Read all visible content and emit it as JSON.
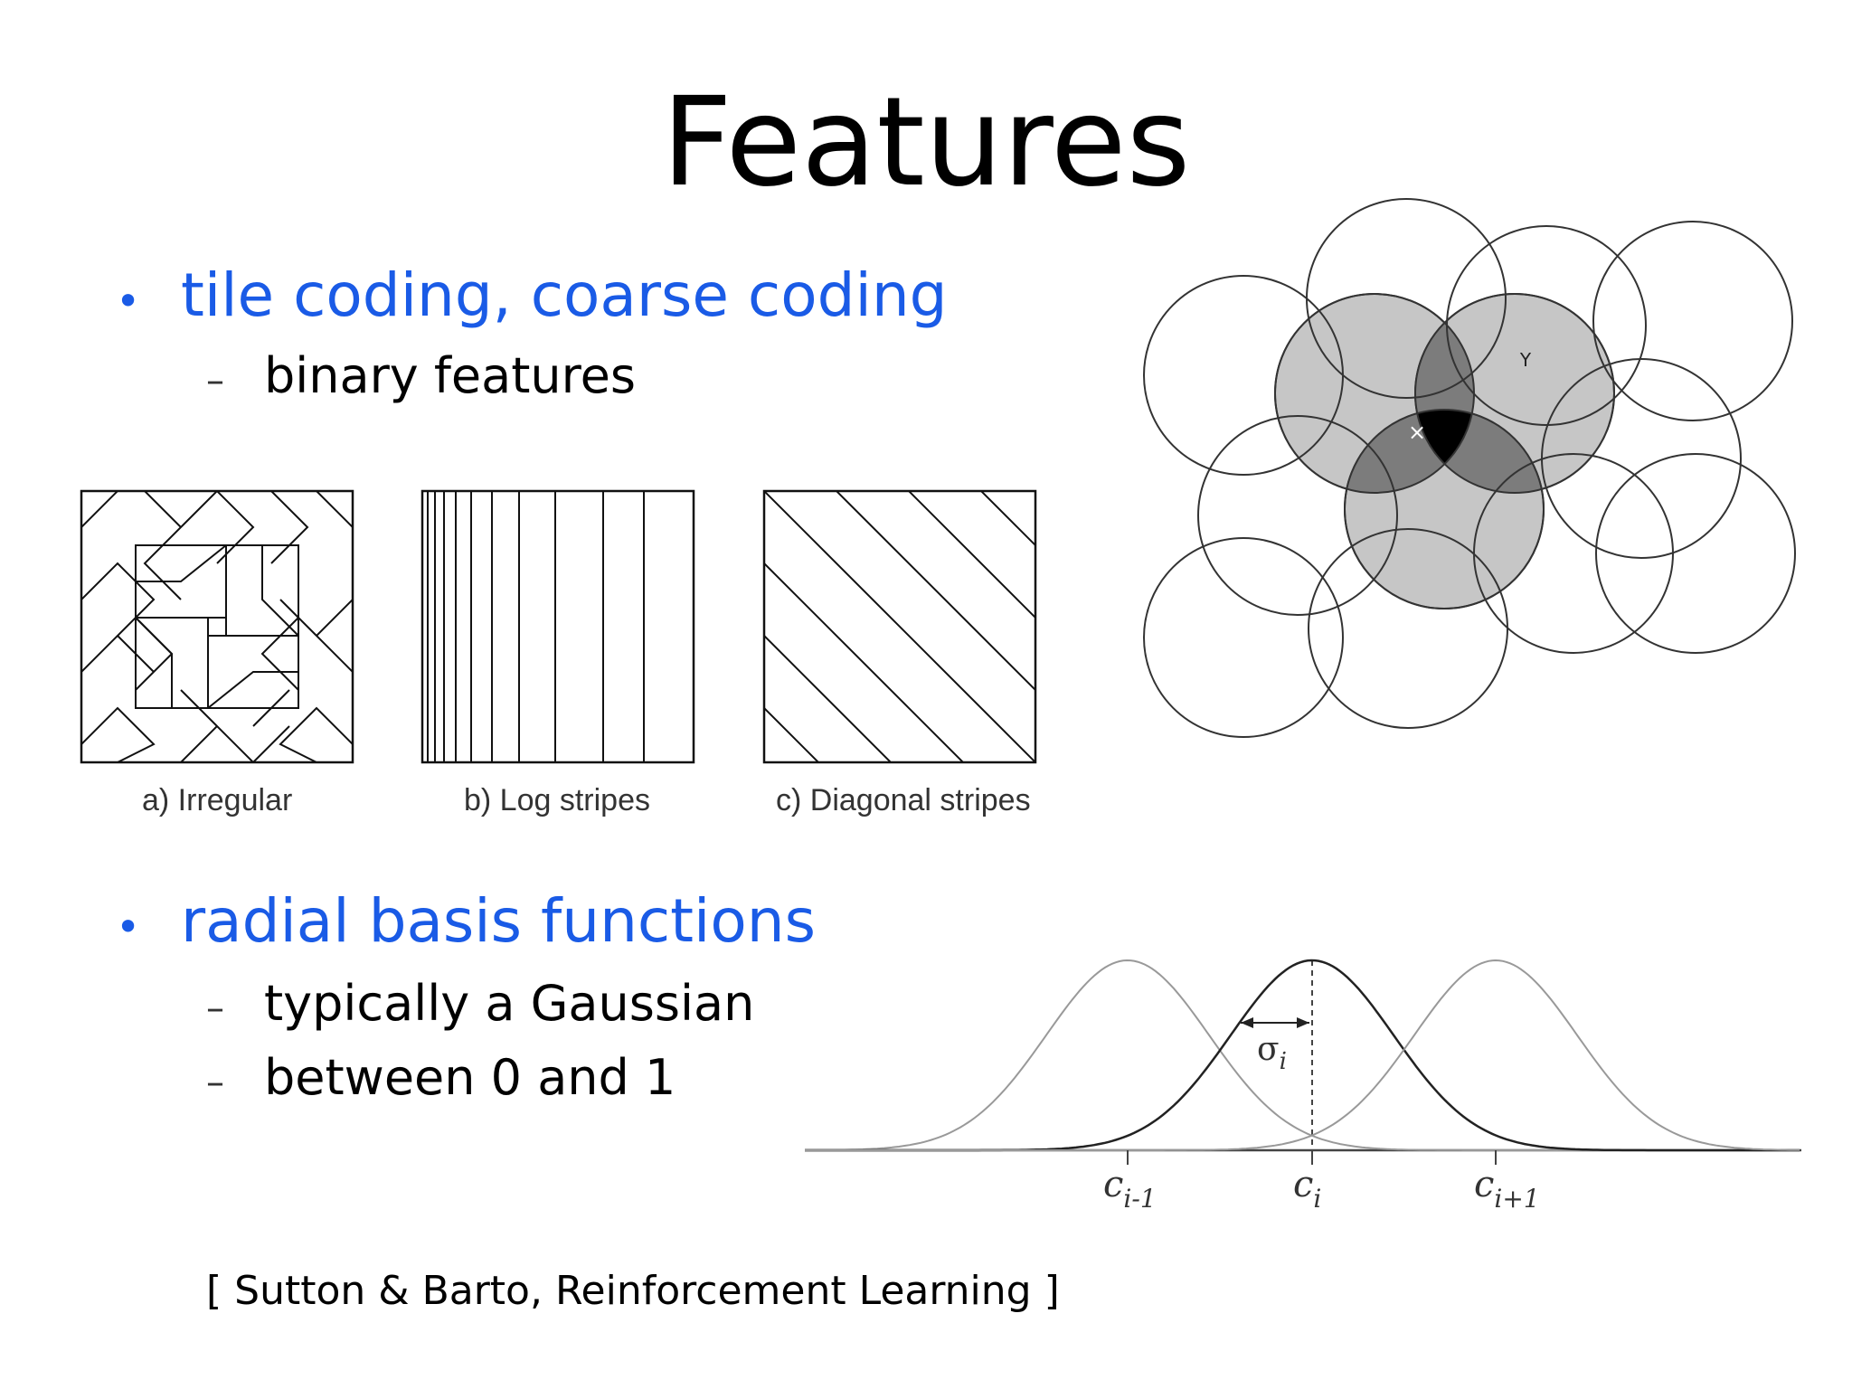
{
  "slide": {
    "title": "Features",
    "bullets": [
      {
        "text": "tile coding, coarse coding",
        "subitems": [
          "binary features"
        ]
      },
      {
        "text": "radial basis functions",
        "subitems": [
          "typically a Gaussian",
          "between 0 and 1"
        ]
      }
    ],
    "bullet_glyph": "•",
    "dash_glyph": "–",
    "citation": "[ Sutton & Barto, Reinforcement Learning ]"
  },
  "tilings": {
    "captions": [
      "a) Irregular",
      "b) Log stripes",
      "c) Diagonal stripes"
    ]
  },
  "coarse_coding": {
    "point_x": "×",
    "point_y": "Y"
  },
  "rbf": {
    "sigma_label": "σ",
    "sigma_sub": "i",
    "centers": [
      {
        "base": "c",
        "sub": "i-1"
      },
      {
        "base": "c",
        "sub": "i"
      },
      {
        "base": "c",
        "sub": "i+1"
      }
    ]
  },
  "colors": {
    "accent": "#1a5be6",
    "text": "#000000"
  }
}
